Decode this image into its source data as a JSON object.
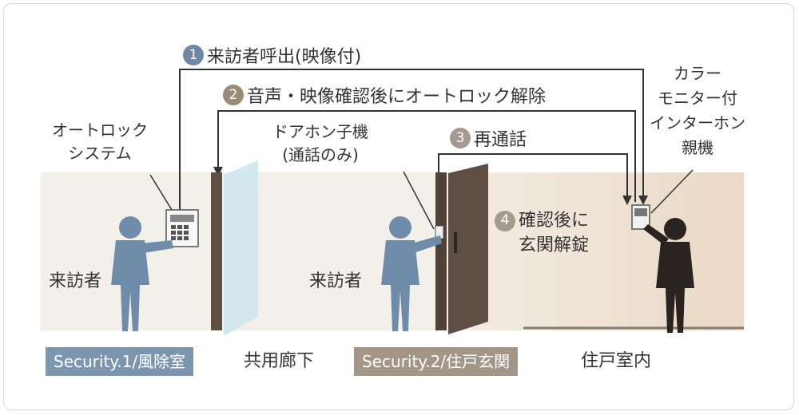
{
  "steps": [
    {
      "num": "1",
      "text": "来訪者呼出(映像付)",
      "color": "#6e88a3"
    },
    {
      "num": "2",
      "text": "音声・映像確認後にオートロック解除",
      "color": "#9a8a78"
    },
    {
      "num": "3",
      "text": "再通話",
      "color": "#a39a90"
    },
    {
      "num": "4",
      "text_lines": [
        "確認後に",
        "玄関解錠"
      ],
      "color": "#a39a90"
    }
  ],
  "labels": {
    "autolock": [
      "オートロック",
      "システム"
    ],
    "door_phone": [
      "ドアホン子機",
      "(通話のみ)"
    ],
    "color_monitor": [
      "カラー",
      "モニター付",
      "インターホン",
      "親機"
    ],
    "visitor_1": "来訪者",
    "visitor_2": "来訪者"
  },
  "zones": {
    "security_1": "Security.1/風除室",
    "common_corridor": "共用廊下",
    "security_2": "Security.2/住戸玄関",
    "inside_unit": "住戸室内"
  },
  "colors": {
    "security_1_badge": "#7d96b0",
    "security_2_badge": "#a39687",
    "corridor_bg": "#f3efe9",
    "interior_bg": "#efe3d4",
    "visitor_figure": "#6e8ca9",
    "resident_figure": "#2a2420",
    "door": "#5e4e44",
    "glass": "#cfe6ef",
    "line": "#333333"
  }
}
